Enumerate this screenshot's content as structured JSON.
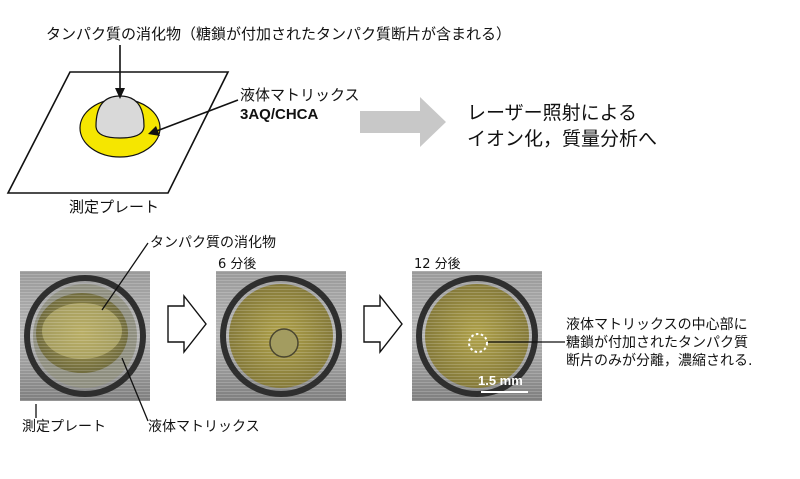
{
  "top": {
    "digest_label": "タンパク質の消化物（糖鎖が付加されたタンパク質断片が含まれる）",
    "matrix_label": "液体マトリックス",
    "matrix_name": "3AQ/CHCA",
    "plate_label": "測定プレート",
    "process_line1": "レーザー照射による",
    "process_line2": "イオン化，質量分析へ"
  },
  "bottom": {
    "digest_label": "タンパク質の消化物",
    "time_6": "6 分後",
    "time_12": "12 分後",
    "plate_label": "測定プレート",
    "matrix_label": "液体マトリックス",
    "scale_label": "1.5 mm",
    "result_line1": "液体マトリックスの中心部に",
    "result_line2": "糖鎖が付加されたタンパク質",
    "result_line3": "断片のみが分離，濃縮される."
  },
  "colors": {
    "matrix_yellow": "#f5e600",
    "drop_gray": "#d9d9d9",
    "arrow_gray": "#c8c8c8",
    "metal": "#8a8a8a"
  }
}
